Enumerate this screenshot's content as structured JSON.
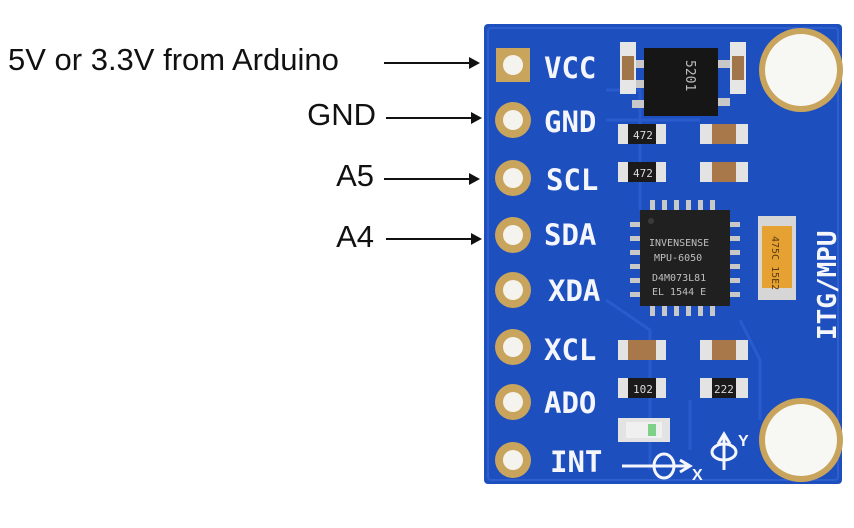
{
  "callouts": [
    {
      "text": "5V or 3.3V from Arduino",
      "target_pin": "VCC"
    },
    {
      "text": "GND",
      "target_pin": "GND"
    },
    {
      "text": "A5",
      "target_pin": "SCL"
    },
    {
      "text": "A4",
      "target_pin": "SDA"
    }
  ],
  "board": {
    "pins": [
      "VCC",
      "GND",
      "SCL",
      "SDA",
      "XDA",
      "XCL",
      "ADO",
      "INT"
    ],
    "side_text": "ITG/MPU",
    "chip_lines": [
      "INVENSENSE",
      "MPU-6050",
      "D4M073L81",
      "EL 1544 E"
    ],
    "regulator_text": "5201",
    "tantalum_text": "475C 15E2",
    "resistor_codes": [
      "472",
      "472",
      "102",
      "222"
    ],
    "axis_labels": [
      "X",
      "Y"
    ],
    "pcb_color": "#1d4fbf",
    "pad_color": "#c9a45c"
  }
}
